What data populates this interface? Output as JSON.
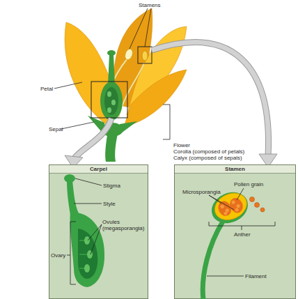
{
  "diagram": {
    "nodes": [
      {
        "text": [
          "Carpel"
        ]
      },
      {
        "text": [
          "Stamen"
        ]
      }
    ],
    "labels": [
      "Stamens",
      "Petal",
      "Sepal",
      "Flower",
      "Corolla (composed of petals)",
      "Calyx (composed of sepals)",
      "Stigma",
      "Style",
      "Ovules (megasporangia)",
      "Ovary",
      "Pollen grain",
      "Microsporangia",
      "Anther",
      "Filament"
    ]
  }
}
